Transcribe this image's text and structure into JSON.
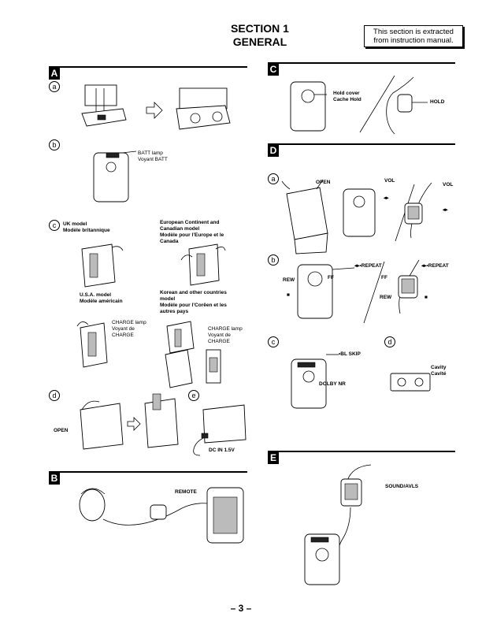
{
  "header": {
    "section": "SECTION 1",
    "subtitle": "GENERAL",
    "note_line1": "This section is extracted",
    "note_line2": "from instruction manual."
  },
  "sections": {
    "A": "A",
    "B": "B",
    "C": "C",
    "D": "D",
    "E": "E"
  },
  "subs": {
    "a": "a",
    "b": "b",
    "c": "c",
    "d": "d",
    "e": "e"
  },
  "labels": {
    "batt_lamp": "BATT lamp",
    "voyant_batt": "Voyant BATT",
    "uk_model": "UK model",
    "uk_model_fr": "Modèle britannique",
    "eu_line1": "European Continent and",
    "eu_line2": "Canadian model",
    "eu_line3": "Modèle pour l’Europe et le",
    "eu_line4": "Canada",
    "usa_model": "U.S.A. model",
    "usa_model_fr": "Modèle américain",
    "kr_line1": "Korean and other countries",
    "kr_line2": "model",
    "kr_line3": "Modèle pour l’Corêen et les",
    "kr_line4": "autres pays",
    "charge_lamp": "CHARGE lamp",
    "voyant_de": "Voyant de",
    "charge": "CHARGE",
    "open": "OPEN",
    "dc_in": "DC IN 1.5V",
    "remote": "REMOTE",
    "hold_cover": "Hold cover",
    "cache_hold": "Cache Hold",
    "hold": "HOLD",
    "vol": "VOL",
    "play_symbol": "◂▸",
    "play_repeat": "◂▸•REPEAT",
    "rew": "REW",
    "ff": "FF",
    "stop": "■",
    "bl_skip": "•BL SKIP",
    "dolby_nr": "DOLBY NR",
    "cavity": "Cavity",
    "cavite": "Cavité",
    "sound_avls": "SOUND/AVLS"
  },
  "footer": {
    "page": "– 3 –"
  }
}
